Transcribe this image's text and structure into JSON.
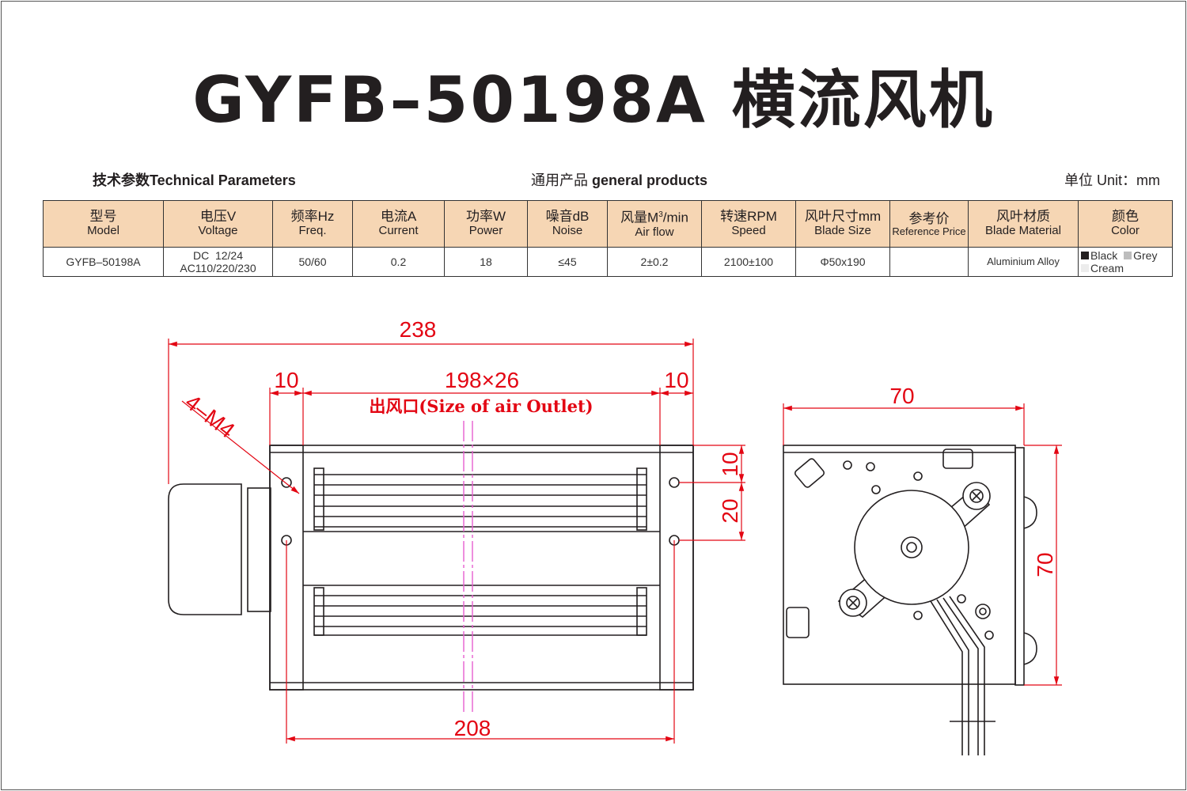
{
  "title": "GYFB–50198A 横流风机",
  "headings": {
    "tech_cn": "技术参数",
    "tech_en": "Technical Parameters",
    "general_cn": "通用产品",
    "general_en": "general products",
    "unit_cn": "单位",
    "unit_en": "Unit：mm"
  },
  "table": {
    "headers": [
      {
        "cn": "型号",
        "en": "Model"
      },
      {
        "cn": "电压V",
        "en": "Voltage"
      },
      {
        "cn": "频率Hz",
        "en": "Freq."
      },
      {
        "cn": "电流A",
        "en": "Current"
      },
      {
        "cn": "功率W",
        "en": "Power"
      },
      {
        "cn": "噪音dB",
        "en": "Noise"
      },
      {
        "cn": "风量M",
        "sup": "3",
        "cn_tail": "/min",
        "en": "Air flow"
      },
      {
        "cn": "转速RPM",
        "en": "Speed"
      },
      {
        "cn": "风叶尺寸mm",
        "en": "Blade Size"
      },
      {
        "cn": "参考价",
        "en": "Reference Price"
      },
      {
        "cn": "风叶材质",
        "en": "Blade Material"
      },
      {
        "cn": "颜色",
        "en": "Color"
      }
    ],
    "row": {
      "model": "GYFB–50198A",
      "voltage_dc": "DC  12/24",
      "voltage_ac": "AC110/220/230",
      "freq": "50/60",
      "current": "0.2",
      "power": "18",
      "noise": "≤45",
      "airflow": "2±0.2",
      "speed": "2100±100",
      "blade_size": "Φ50x190",
      "price": "",
      "blade_material": "Aluminium Alloy",
      "colors": [
        {
          "name": "Black",
          "hex": "#231f20"
        },
        {
          "name": "Grey",
          "hex": "#bdbdbd"
        },
        {
          "name": "Cream",
          "hex": "#ececec"
        }
      ]
    }
  },
  "drawing": {
    "dim_total_length": "238",
    "dim_left_margin": "10",
    "dim_outlet": "198×26",
    "dim_right_margin": "10",
    "outlet_label": "出风口(Size of  air Outlet)",
    "hole_label": "4–M4",
    "dim_top_hole": "10",
    "dim_hole_spacing": "20",
    "dim_hole_pitch": "208",
    "side_width": "70",
    "side_height": "70",
    "dimension_color": "#e30613",
    "centerline_color": "#e75fd0"
  }
}
